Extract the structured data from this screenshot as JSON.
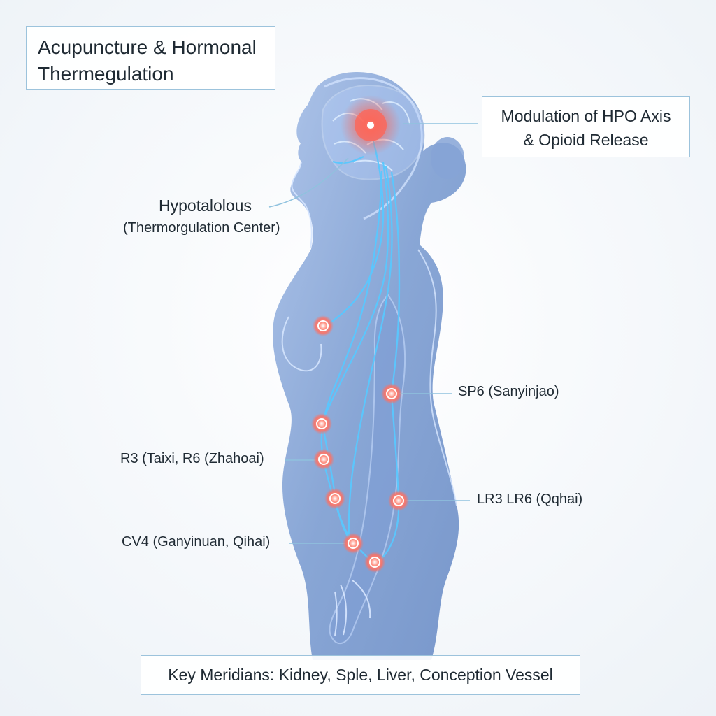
{
  "title": {
    "line1": "Acupuncture & Hormonal",
    "line2": "Thermegulation"
  },
  "hpo": {
    "line1": "Modulation of HPO Axis",
    "line2": "& Opioid Release"
  },
  "hypothalamus": {
    "title": "Hypotalolous",
    "subtitle": "(Thermorgulation Center)"
  },
  "points": {
    "sp6": "SP6 (Sanyinjao)",
    "r3": "R3 (Taixi, R6 (Zhahoai)",
    "lr3": "LR3 LR6 (Qqhai)",
    "cv4": "CV4 (Ganyinuan, Qihai)"
  },
  "footer": {
    "text": "Key Meridians: Kidney, Sple, Liver, Conception Vessel"
  },
  "colors": {
    "body": "#8fb0da",
    "meridian": "#5bc8ff",
    "point": "#ff6b5d",
    "brain_glow": "#ff4f44"
  }
}
